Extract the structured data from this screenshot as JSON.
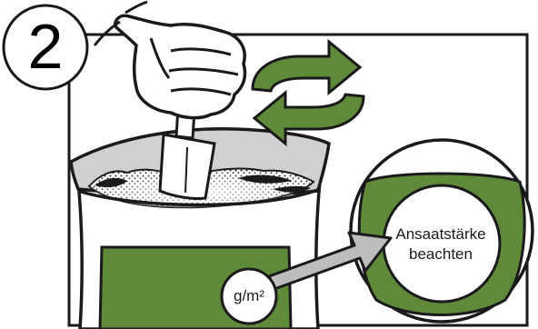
{
  "step": {
    "number": "2"
  },
  "badge": {
    "line1": "Ansaatstärke",
    "line2": "beachten"
  },
  "unit_label": "g/m²",
  "colors": {
    "accent_green": "#5f8a3a",
    "arrow_grey": "#bdbdbd",
    "outline": "#1a1a1a",
    "bag_inner_grey": "#d0d0d0",
    "seed_dark": "#1a1a1a"
  },
  "icons": {
    "rotation": "rotate-arrows-icon",
    "hand": "hand-with-scoop-icon",
    "bag": "seed-bag-icon",
    "pointer": "pointer-arrow-icon"
  }
}
